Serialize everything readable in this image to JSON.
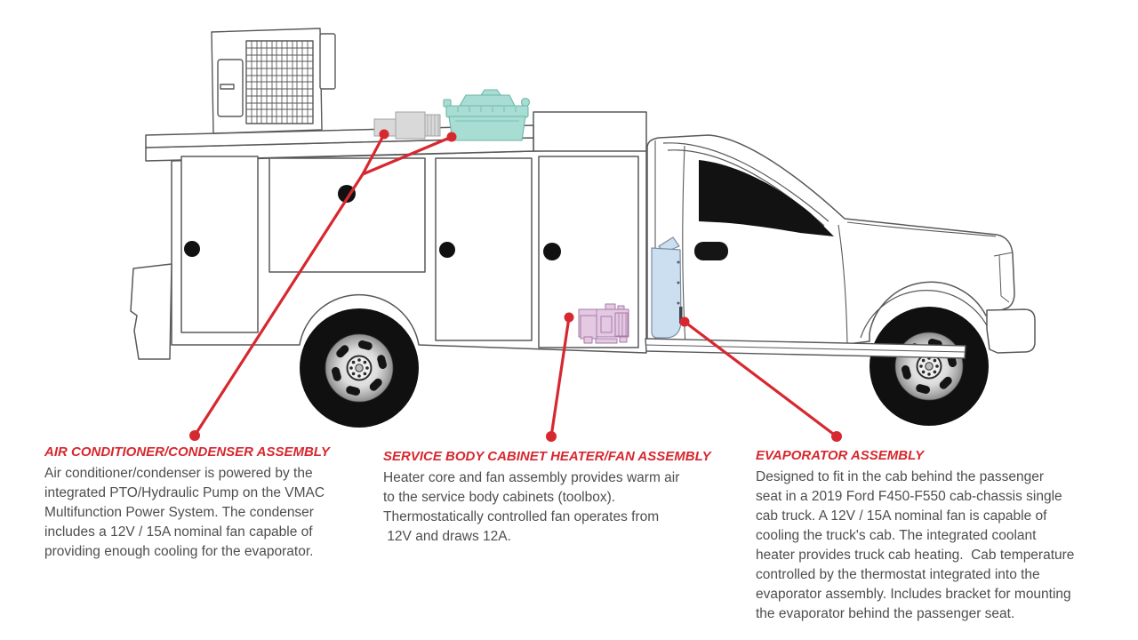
{
  "colors": {
    "accent_red": "#d7282f",
    "body_text": "#4d4e50",
    "outline": "#58595b",
    "pump_fill": "#d9d9d9",
    "roof_unit_fill": "#a8ddd3",
    "cabinet_heater_fill": "#e3c9e2",
    "evaporator_fill": "#ccdff0",
    "window_fill": "#121212"
  },
  "diagram": {
    "description": "Side view of a service truck (cab-chassis with utility body) showing HVAC component locations",
    "components": [
      "Air conditioner/condenser unit on service body roof",
      "PTO/Hydraulic pump component on deck",
      "Service body cabinet heater/fan unit inside toolbox compartment",
      "Evaporator unit in cab behind passenger seat"
    ]
  },
  "callouts": [
    {
      "id": "air-conditioner-condenser",
      "title": "AIR CONDITIONER/CONDENSER ASSEMBLY",
      "body": "Air conditioner/condenser is powered by the\nintegrated PTO/Hydraulic Pump on the VMAC\nMultifunction Power System. The condenser\nincludes a 12V / 15A nominal fan capable of\nproviding enough cooling for the evaporator."
    },
    {
      "id": "service-body-cabinet-heater-fan",
      "title": "SERVICE BODY CABINET HEATER/FAN ASSEMBLY",
      "body": "Heater core and fan assembly provides warm air\nto the service body cabinets (toolbox).\nThermostatically controlled fan operates from\n 12V and draws 12A."
    },
    {
      "id": "evaporator",
      "title": "EVAPORATOR ASSEMBLY",
      "body": "Designed to fit in the cab behind the passenger\nseat in a 2019 Ford F450-F550 cab-chassis single\ncab truck. A 12V / 15A nominal fan is capable of\ncooling the truck's cab. The integrated coolant\nheater provides truck cab heating.  Cab temperature\ncontrolled by the thermostat integrated into the\nevaporator assembly. Includes bracket for mounting\nthe evaporator behind the passenger seat."
    }
  ]
}
